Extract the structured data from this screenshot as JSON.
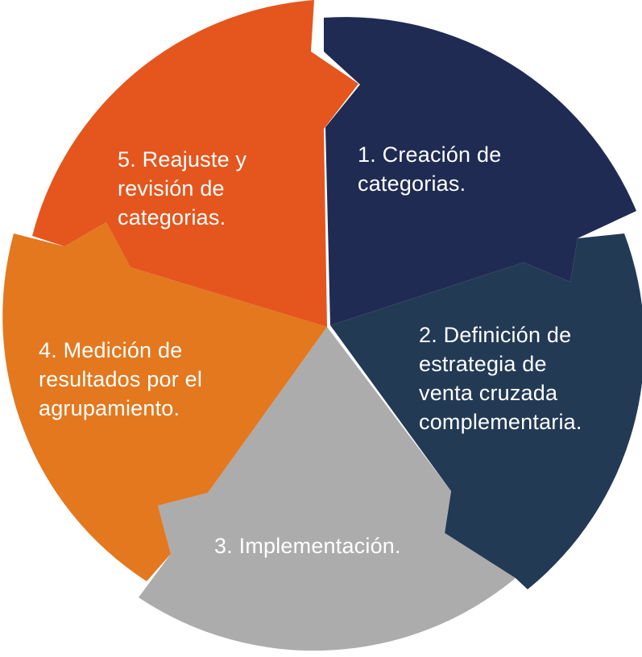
{
  "diagram": {
    "type": "cycle",
    "segments": [
      {
        "step": 1,
        "label": "1. Creación de\ncategorias.",
        "color": "#1f2b52"
      },
      {
        "step": 2,
        "label": "2. Definición de\nestrategia de\nventa cruzada\ncomplementaria.",
        "color": "#233a55"
      },
      {
        "step": 3,
        "label": "3. Implementación.",
        "color": "#acacac"
      },
      {
        "step": 4,
        "label": "4. Medición de\nresultados por el\nagrupamiento.",
        "color": "#e3781f"
      },
      {
        "step": 5,
        "label": "5. Reajuste y\nrevisión de\ncategorias.",
        "color": "#e4561e"
      }
    ]
  }
}
